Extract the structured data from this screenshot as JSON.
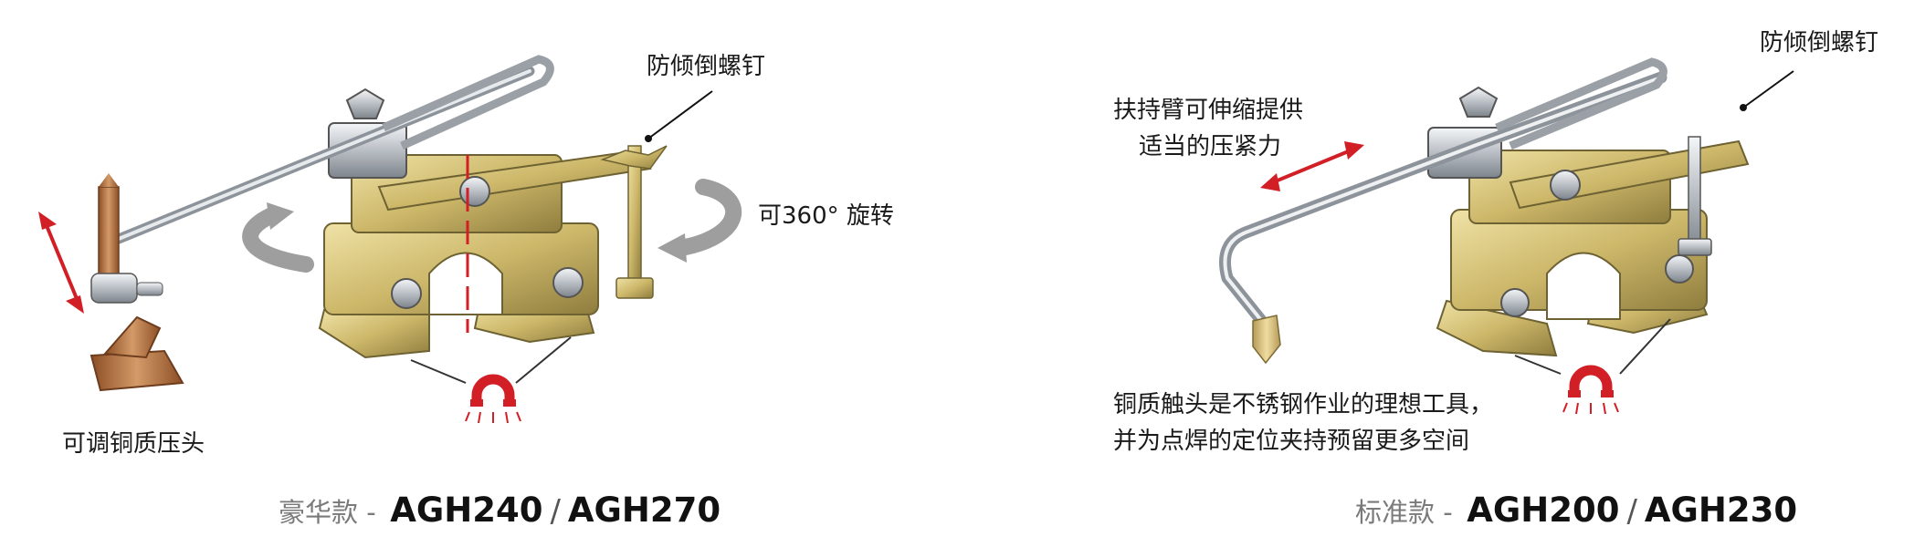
{
  "left_product": {
    "labels": {
      "anti_tip_screw": "防倾倒螺钉",
      "rotate_360": "可360° 旋转",
      "adjustable_copper_head": "可调铜质压头"
    },
    "caption": {
      "prefix": "豪华款 -",
      "model_a": "AGH240",
      "separator": "/",
      "model_b": "AGH270"
    }
  },
  "right_product": {
    "labels": {
      "anti_tip_screw": "防倾倒螺钉",
      "arm_line1": "扶持臂可伸缩提供",
      "arm_line2": "适当的压紧力",
      "copper_line1": "铜质触头是不锈钢作业的理想工具，",
      "copper_line2": "并为点焊的定位夹持预留更多空间"
    },
    "caption": {
      "prefix": "标准款 -",
      "model_a": "AGH200",
      "separator": "/",
      "model_b": "AGH230"
    }
  },
  "colors": {
    "brass_light": "#d9c87a",
    "brass_dark": "#9b8a45",
    "steel": "#c5c9cd",
    "copper": "#b8733f",
    "accent_red": "#d21f26",
    "arrow_gray": "#9e9e9e"
  }
}
